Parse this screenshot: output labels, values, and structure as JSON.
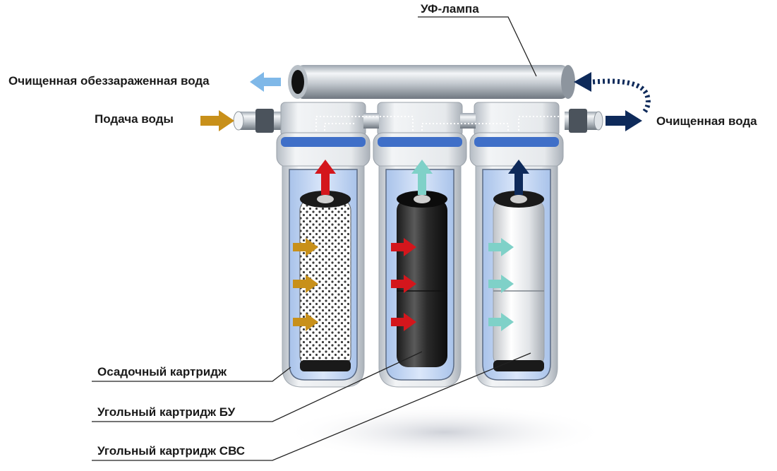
{
  "labels": {
    "uv_lamp": "УФ-лампа",
    "purified_disinfected_water": "Очищенная обеззараженная вода",
    "water_supply": "Подача воды",
    "purified_water": "Очищенная вода",
    "sediment_cartridge": "Осадочный картридж",
    "carbon_cartridge_bu": "Угольный картридж БУ",
    "carbon_cartridge_svs": "Угольный картридж СВС"
  },
  "colors": {
    "inlet_arrow": "#c8901a",
    "outlet_arrow_uv": "#7fb8e8",
    "outlet_arrow_purified": "#0e2a5a",
    "flow_filter1": "#c8901a",
    "flow_filter2": "#d4161c",
    "flow_filter3": "#7fd1c8",
    "up_arrow_1": "#d4161c",
    "up_arrow_2": "#7fd1c8",
    "up_arrow_3": "#0e2a5a",
    "housing_water": "#cfe0f7"
  },
  "icons": {
    "inlet": "arrow-right-icon",
    "uv_out": "arrow-left-icon",
    "purified_out": "arrow-right-icon",
    "recirculation": "dashed-curved-arrow-icon"
  }
}
